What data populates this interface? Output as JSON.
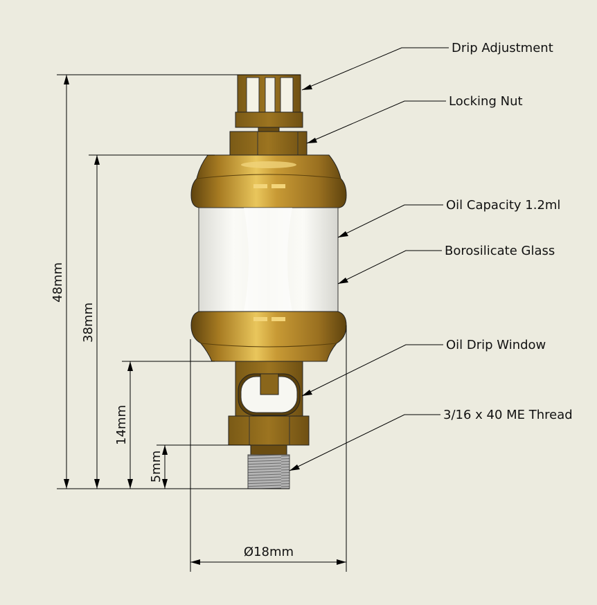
{
  "labels": {
    "drip_adjustment": "Drip Adjustment",
    "locking_nut": "Locking Nut",
    "oil_capacity": "Oil Capacity 1.2ml",
    "borosilicate_glass": "Borosilicate Glass",
    "oil_drip_window": "Oil Drip Window",
    "thread": "3/16 x 40 ME Thread"
  },
  "dimensions": {
    "overall_height": "48mm",
    "body_height": "38mm",
    "lower_height": "14mm",
    "thread_length": "5mm",
    "diameter": "Ø18mm"
  },
  "colors": {
    "background": "#ecebdf",
    "brass_dark": "#6b4d12",
    "brass_mid": "#a77b22",
    "brass_light": "#e7c25a",
    "glass": "#f7f7f2",
    "thread": "#9a9a9a"
  }
}
